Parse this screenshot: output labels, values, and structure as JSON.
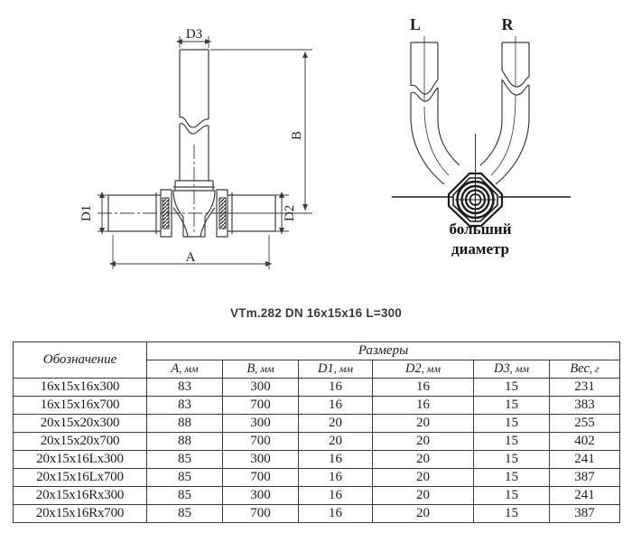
{
  "caption": "VTm.282 DN 16x15x16 L=300",
  "drawing_left": {
    "name": "tee-fitting-drawing",
    "dimensions": {
      "d3": "D3",
      "b": "B",
      "d1": "D1",
      "d2": "D2",
      "a": "A"
    }
  },
  "drawing_right": {
    "name": "orientation-diagram",
    "label_left": "L",
    "label_right": "R",
    "note_line1": "больший",
    "note_line2": "диаметр"
  },
  "table": {
    "header_designation": "Обозначение",
    "header_group": "Размеры",
    "columns": [
      {
        "sym": "A",
        "unit": ", мм"
      },
      {
        "sym": "B",
        "unit": ", мм"
      },
      {
        "sym": "D1",
        "unit": ", мм"
      },
      {
        "sym": "D2",
        "unit": ", мм"
      },
      {
        "sym": "D3",
        "unit": ", мм"
      },
      {
        "sym": "Вес",
        "unit": ", г"
      }
    ],
    "rows": [
      {
        "designation": "16x15x16x300",
        "a": "83",
        "b": "300",
        "d1": "16",
        "d2": "16",
        "d3": "15",
        "weight": "231"
      },
      {
        "designation": "16x15x16x700",
        "a": "83",
        "b": "700",
        "d1": "16",
        "d2": "16",
        "d3": "15",
        "weight": "383"
      },
      {
        "designation": "20x15x20x300",
        "a": "88",
        "b": "300",
        "d1": "20",
        "d2": "20",
        "d3": "15",
        "weight": "255"
      },
      {
        "designation": "20x15x20x700",
        "a": "88",
        "b": "700",
        "d1": "20",
        "d2": "20",
        "d3": "15",
        "weight": "402"
      },
      {
        "designation": "20x15x16Lx300",
        "a": "85",
        "b": "300",
        "d1": "16",
        "d2": "20",
        "d3": "15",
        "weight": "241"
      },
      {
        "designation": "20x15x16Lx700",
        "a": "85",
        "b": "700",
        "d1": "16",
        "d2": "20",
        "d3": "15",
        "weight": "387"
      },
      {
        "designation": "20x15x16Rx300",
        "a": "85",
        "b": "300",
        "d1": "16",
        "d2": "20",
        "d3": "15",
        "weight": "241"
      },
      {
        "designation": "20x15x16Rx700",
        "a": "85",
        "b": "700",
        "d1": "16",
        "d2": "20",
        "d3": "15",
        "weight": "387"
      }
    ]
  },
  "colors": {
    "line": "#3c3c3c",
    "ink": "#1c1c1c"
  }
}
